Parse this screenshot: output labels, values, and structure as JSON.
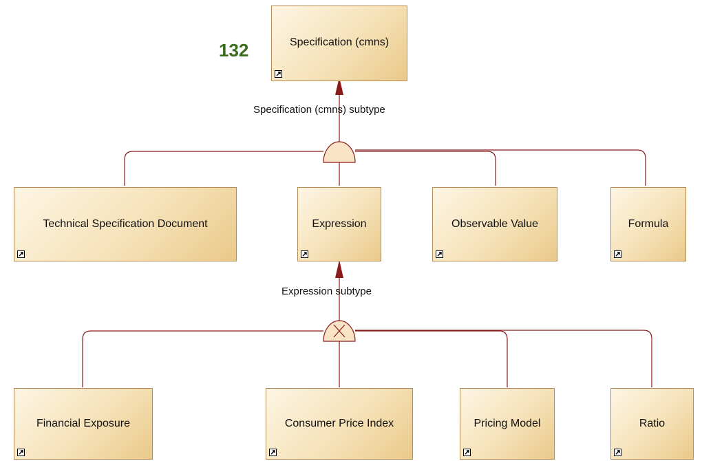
{
  "diagram": {
    "page_number": "132",
    "root": {
      "label": "Specification (cmns)"
    },
    "level1": {
      "relation_label": "Specification (cmns) subtype",
      "children": [
        {
          "label": "Technical Specification Document"
        },
        {
          "label": "Expression"
        },
        {
          "label": "Observable Value"
        },
        {
          "label": "Formula"
        }
      ]
    },
    "level2": {
      "relation_label": "Expression subtype",
      "children": [
        {
          "label": "Financial Exposure"
        },
        {
          "label": "Consumer Price Index"
        },
        {
          "label": "Pricing Model"
        },
        {
          "label": "Ratio"
        }
      ]
    },
    "colors": {
      "connector": "#8b1a1a",
      "box_border": "#b58d55",
      "box_fill": "#f6e2b8",
      "page_number": "#3c6d1e"
    }
  }
}
